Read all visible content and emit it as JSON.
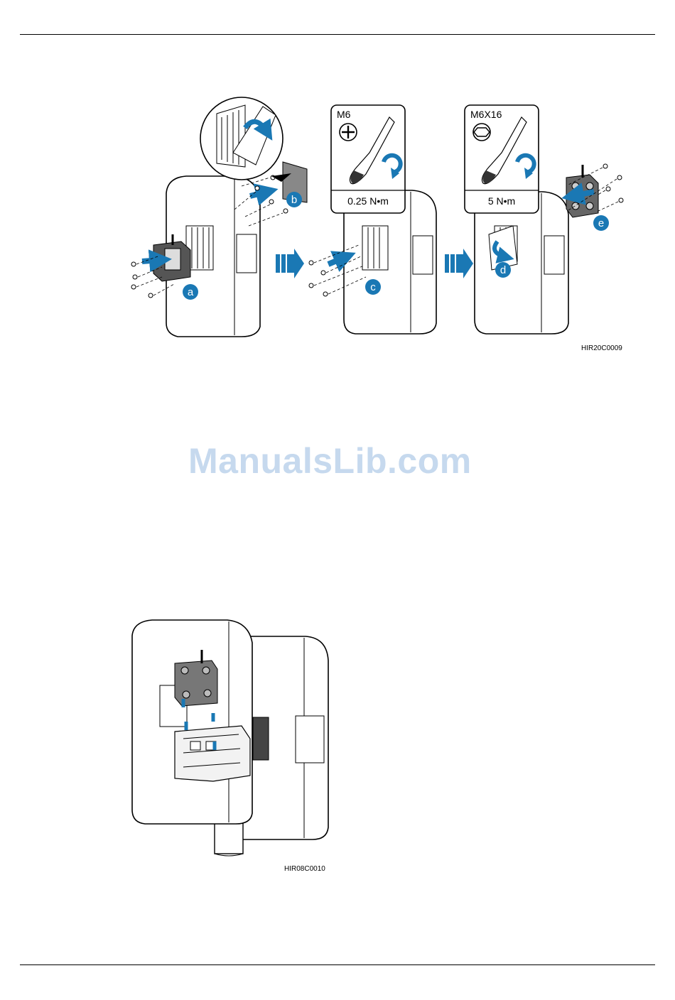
{
  "figure1": {
    "code": "HIR20C0009",
    "callouts": [
      "a",
      "b",
      "c",
      "d",
      "e"
    ],
    "tool_c": {
      "screw": "M6",
      "torque": "0.25 N•m"
    },
    "tool_e": {
      "screw": "M6X16",
      "torque": "5 N•m"
    }
  },
  "figure2": {
    "code": "HIR08C0010"
  },
  "watermark": "ManualsLib.com",
  "colors": {
    "accent": "#1a78b4",
    "watermark": "#c6d9ee"
  }
}
